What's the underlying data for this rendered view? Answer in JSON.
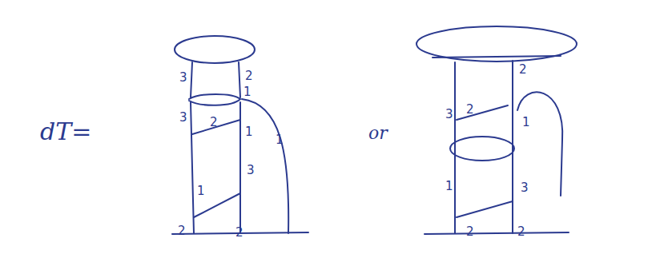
{
  "diagram": {
    "labels": [
      "dT=",
      "3",
      "2",
      "1",
      "3",
      "2",
      "1",
      "1",
      "1",
      "3",
      "2",
      "2",
      "or",
      "2",
      "3",
      "2",
      "1",
      "1",
      "3",
      "2",
      "2"
    ]
  }
}
